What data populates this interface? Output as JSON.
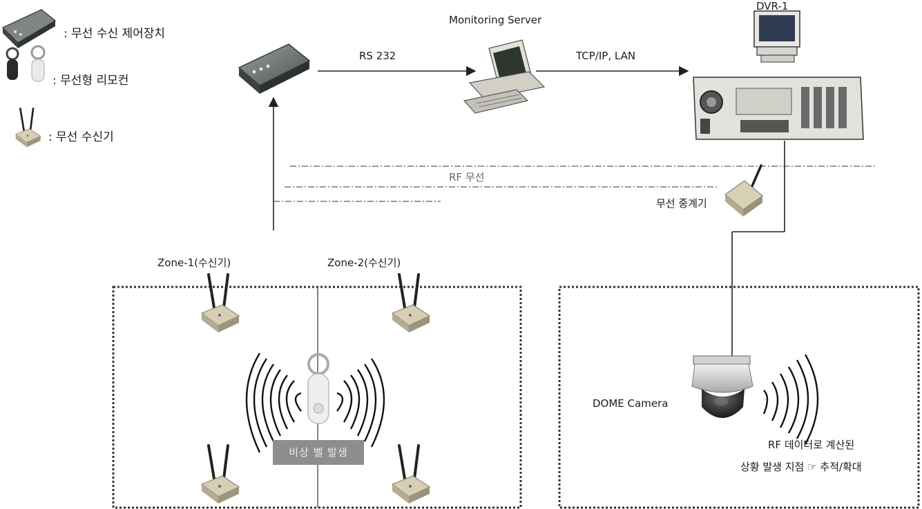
{
  "legend": {
    "controller": ": 무선 수신 제어장치",
    "remote": ": 무선형 리모컨",
    "receiver": ": 무선 수신기"
  },
  "labels": {
    "monitoring_server": "Monitoring Server",
    "dvr": "DVR-1",
    "rs232": "RS 232",
    "tcpip": "TCP/IP,  LAN",
    "rf_wireless": "RF 무선",
    "repeater": "무선 중계기",
    "zone1": "Zone-1(수신기)",
    "zone2": "Zone-2(수신기)",
    "dome_camera": "DOME Camera",
    "emergency": "비상 벨 발생",
    "rf_caption_line1": "RF 데이터로 계산된",
    "rf_caption_line2": "상황 발생 지점 ☞ 추적/확대"
  }
}
